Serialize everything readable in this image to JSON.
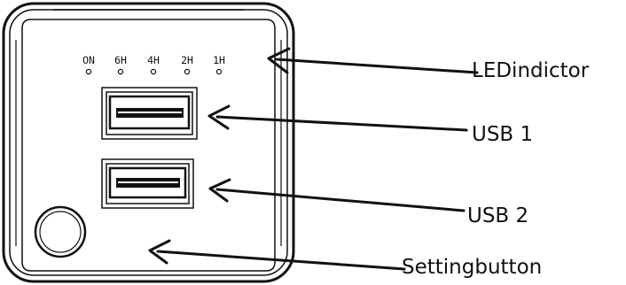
{
  "device": {
    "led_labels": [
      "ON",
      "6H",
      "4H",
      "2H",
      "1H"
    ]
  },
  "callouts": {
    "led_indicator": "LEDindictor",
    "usb_1": "USB 1",
    "usb_2": "USB 2",
    "setting_button": "Settingbutton"
  },
  "colors": {
    "line": "#111111",
    "background": "#ffffff"
  }
}
